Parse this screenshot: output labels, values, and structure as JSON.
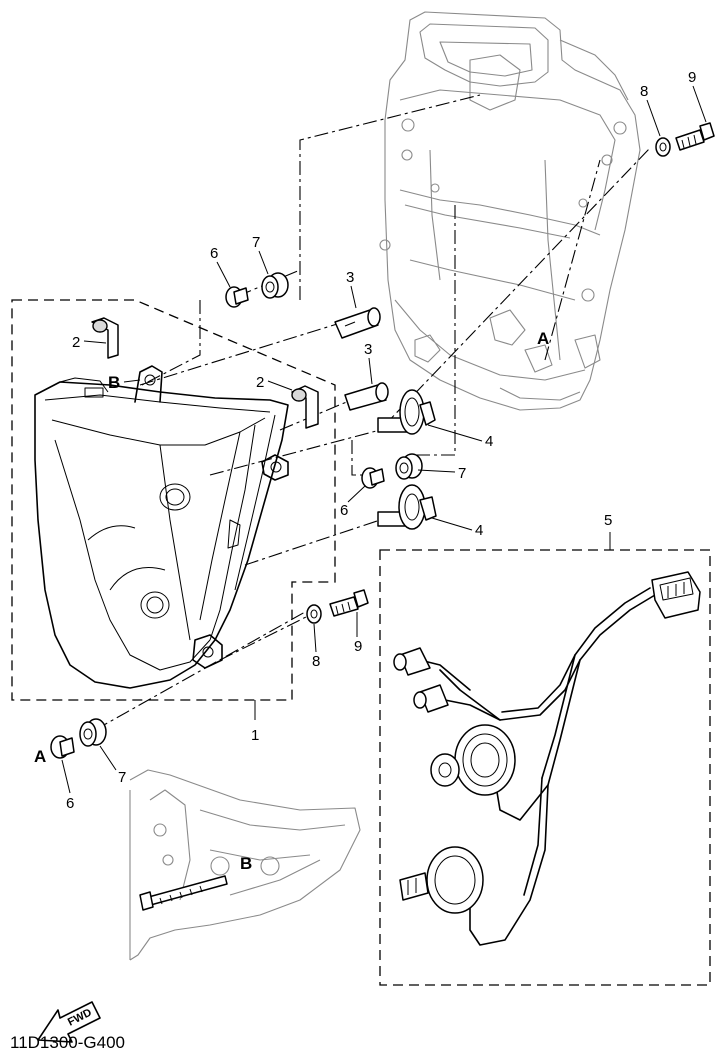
{
  "diagram_code": "11D1300-G400",
  "fwd_label": "FWD",
  "callouts": {
    "c1": "1",
    "c2a": "2",
    "c2b": "2",
    "c3a": "3",
    "c3b": "3",
    "c4a": "4",
    "c4b": "4",
    "c5": "5",
    "c6a": "6",
    "c6b": "6",
    "c6c": "6",
    "c7a": "7",
    "c7b": "7",
    "c7c": "7",
    "c8a": "8",
    "c8b": "8",
    "c9a": "9",
    "c9b": "9"
  },
  "refs": {
    "a_top": "A",
    "a_bottom": "A",
    "b_top": "B",
    "b_bottom": "B"
  }
}
